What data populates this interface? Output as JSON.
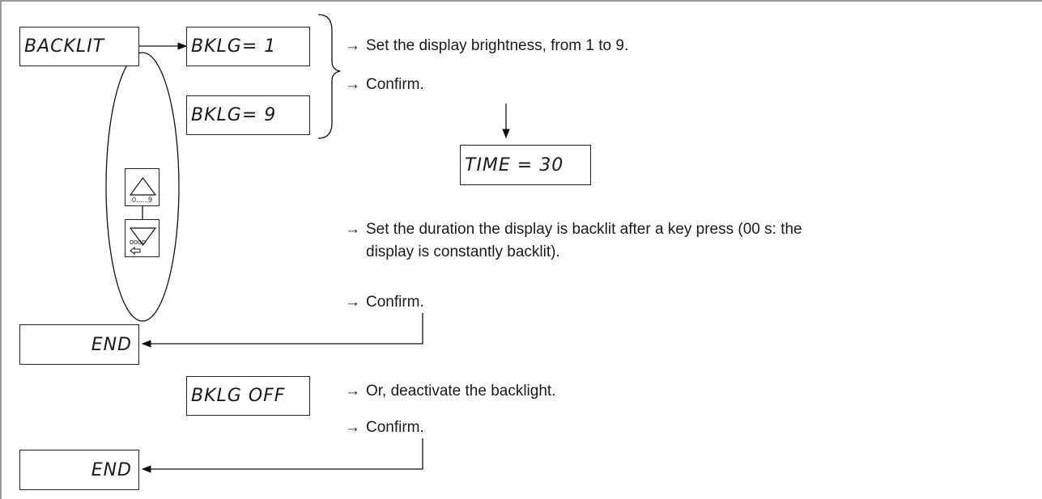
{
  "displays": {
    "backlit": "BACKLIT",
    "bklg_min": "BKLG= 1",
    "bklg_max": "BKLG= 9",
    "time": "TIME = 30",
    "end_1": "END",
    "bklg_off": "BKLG OFF",
    "end_2": "END"
  },
  "keys": {
    "up_label": "0......9",
    "down_label": "oooo"
  },
  "icons": {
    "up": "triangle-up-icon",
    "down": "triangle-down-icon",
    "enter": "enter-arrow-icon"
  },
  "steps": {
    "arrow": "→",
    "set_brightness": "Set the display brightness, from 1 to 9.",
    "confirm_1": "Confirm.",
    "set_duration_line1": "Set the duration the display is backlit after a key press (00 s: the",
    "set_duration_line2": "display is constantly backlit).",
    "confirm_2": "Confirm.",
    "deactivate": "Or, deactivate the backlight.",
    "confirm_3": "Confirm."
  }
}
